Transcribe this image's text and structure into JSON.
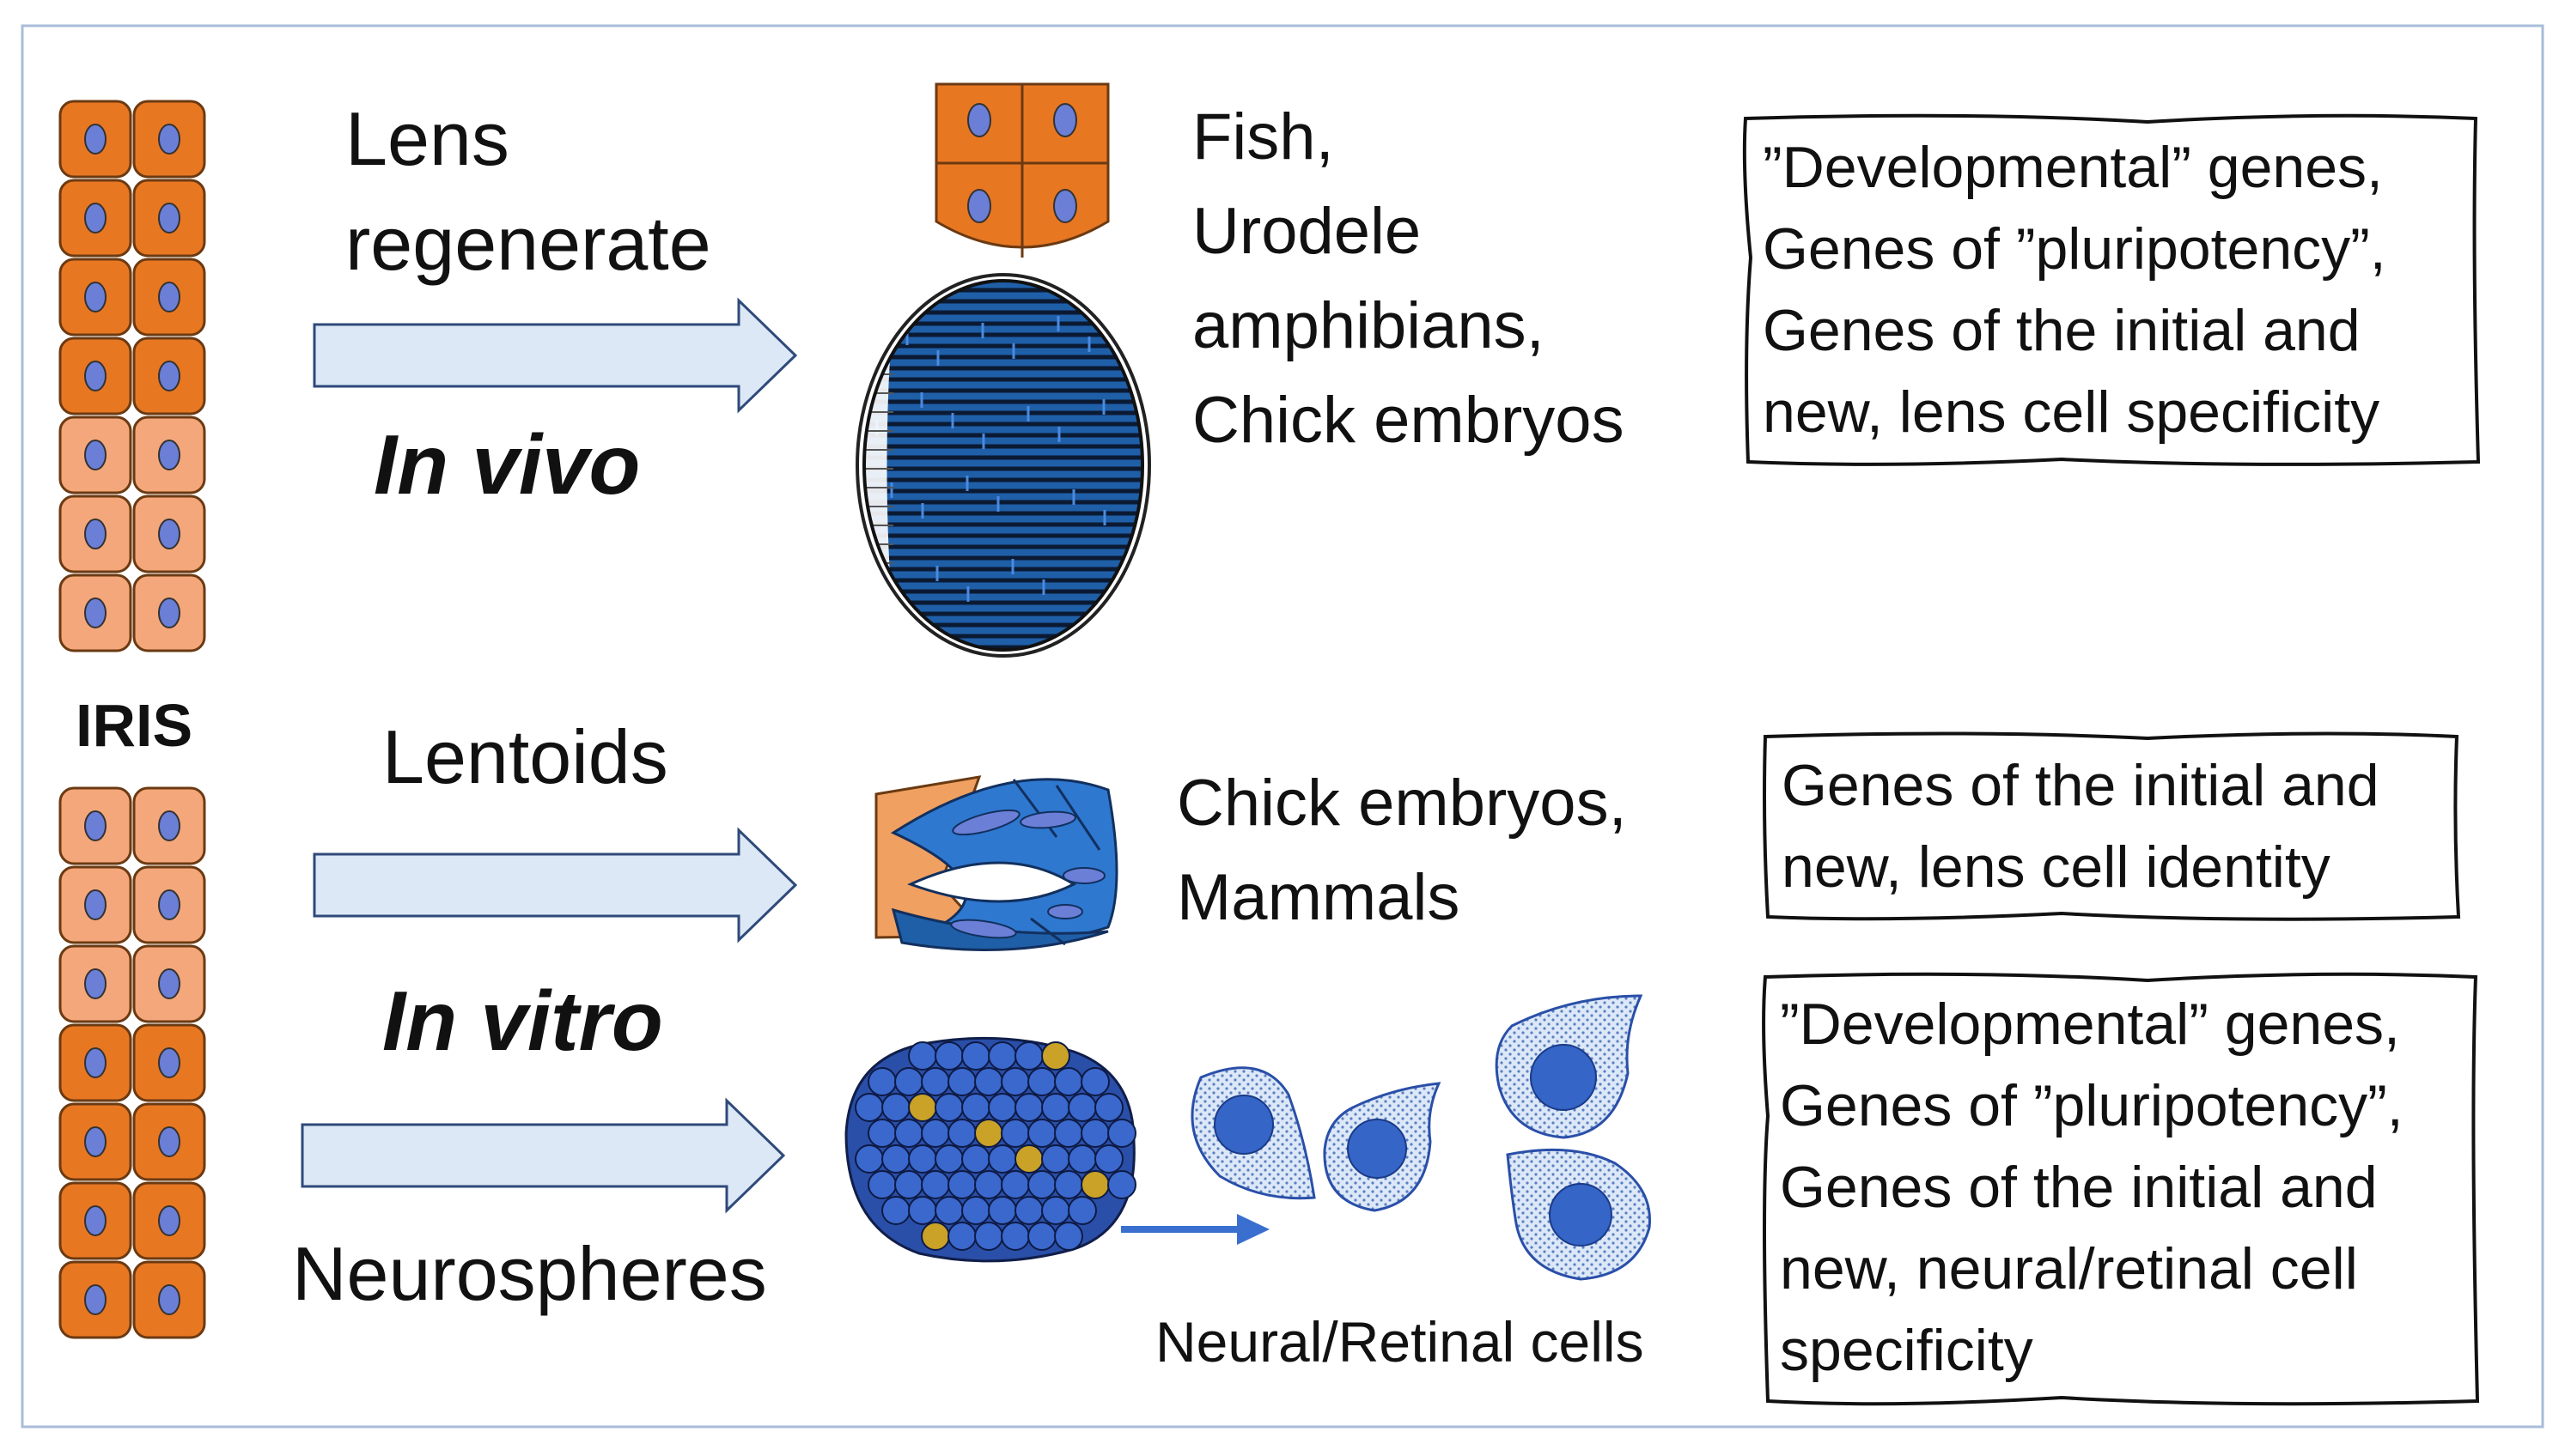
{
  "labels": {
    "iris": "IRIS",
    "lens_regenerate_1": "Lens",
    "lens_regenerate_2": "regenerate",
    "in_vivo": "In vivo",
    "lentoids": "Lentoids",
    "in_vitro": "In vitro",
    "neurospheres": "Neurospheres",
    "neural_retinal_cells": "Neural/Retinal cells"
  },
  "organisms": {
    "top": [
      "Fish,",
      "Urodele",
      "amphibians,",
      "Chick embryos"
    ],
    "middle": [
      "Chick embryos,",
      "Mammals"
    ]
  },
  "boxes": {
    "top": [
      "”Developmental” genes,",
      "Genes of ”pluripotency”,",
      "Genes of the initial and",
      "new, lens cell specificity"
    ],
    "middle": [
      "Genes of the initial and",
      "new, lens cell identity"
    ],
    "bottom": [
      "”Developmental” genes,",
      "Genes of ”pluripotency”,",
      "Genes of the initial and",
      "new, neural/retinal cell",
      "specificity"
    ]
  },
  "colors": {
    "iris_dark": "#E87722",
    "iris_light": "#F4A77A",
    "nucleus": "#6B7FD7",
    "lens_blue": "#1F5FA8",
    "cell_blue": "#2E6FD0",
    "arrow_fill": "#DCE8F6",
    "arrow_stroke": "#2F4A7A",
    "frame": "#A9BCD8"
  }
}
